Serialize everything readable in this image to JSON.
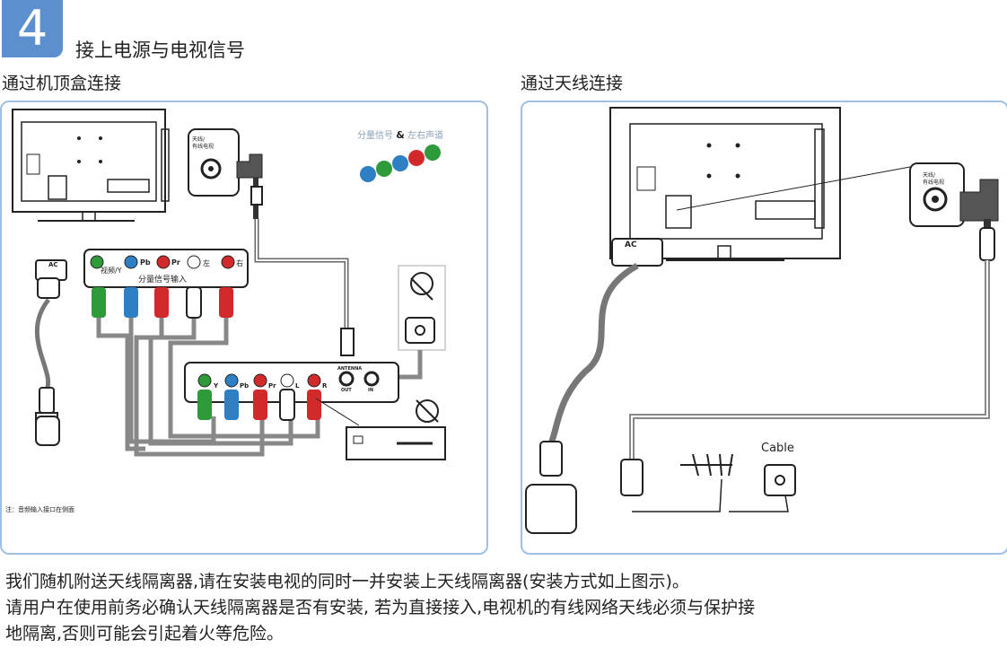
{
  "step": {
    "number": "4",
    "title": "接上电源与电视信号"
  },
  "left_panel": {
    "heading": "通过机顶盒连接",
    "ac_label": "AC",
    "antenna_port_label": "天线/\n有线电视",
    "component_callout": {
      "text": "分量信号",
      "amp": "&",
      "text2": "左右声道"
    },
    "tv_input_labels": [
      "视频/Y",
      "Pb",
      "Pr",
      "左",
      "右"
    ],
    "tv_input_caption": "分量信号输入",
    "stb_labels": [
      "Y",
      "Pb",
      "Pr",
      "L",
      "R"
    ],
    "stb_antenna": "ANTENNA",
    "stb_out": "OUT",
    "stb_in": "IN",
    "note": "注：音频输入接口在侧面"
  },
  "right_panel": {
    "heading": "通过天线连接",
    "ac_label": "AC",
    "antenna_port_label": "天线/\n有线电视",
    "cable_label": "Cable"
  },
  "caption": [
    "我们随机附送天线隔离器,请在安装电视的同时一并安装上天线隔离器(安装方式如上图示)。",
    "请用户在使用前务必确认天线隔离器是否有安装, 若为直接接入,电视机的有线网络天线必须与保护接",
    "地隔离,否则可能会引起着火等危险。"
  ],
  "colors": {
    "accent": "#5b8fce",
    "panel_border": "#9fbfe6",
    "green": "#2f9a3a",
    "blue": "#2f7fc4",
    "red": "#d22a2a"
  }
}
